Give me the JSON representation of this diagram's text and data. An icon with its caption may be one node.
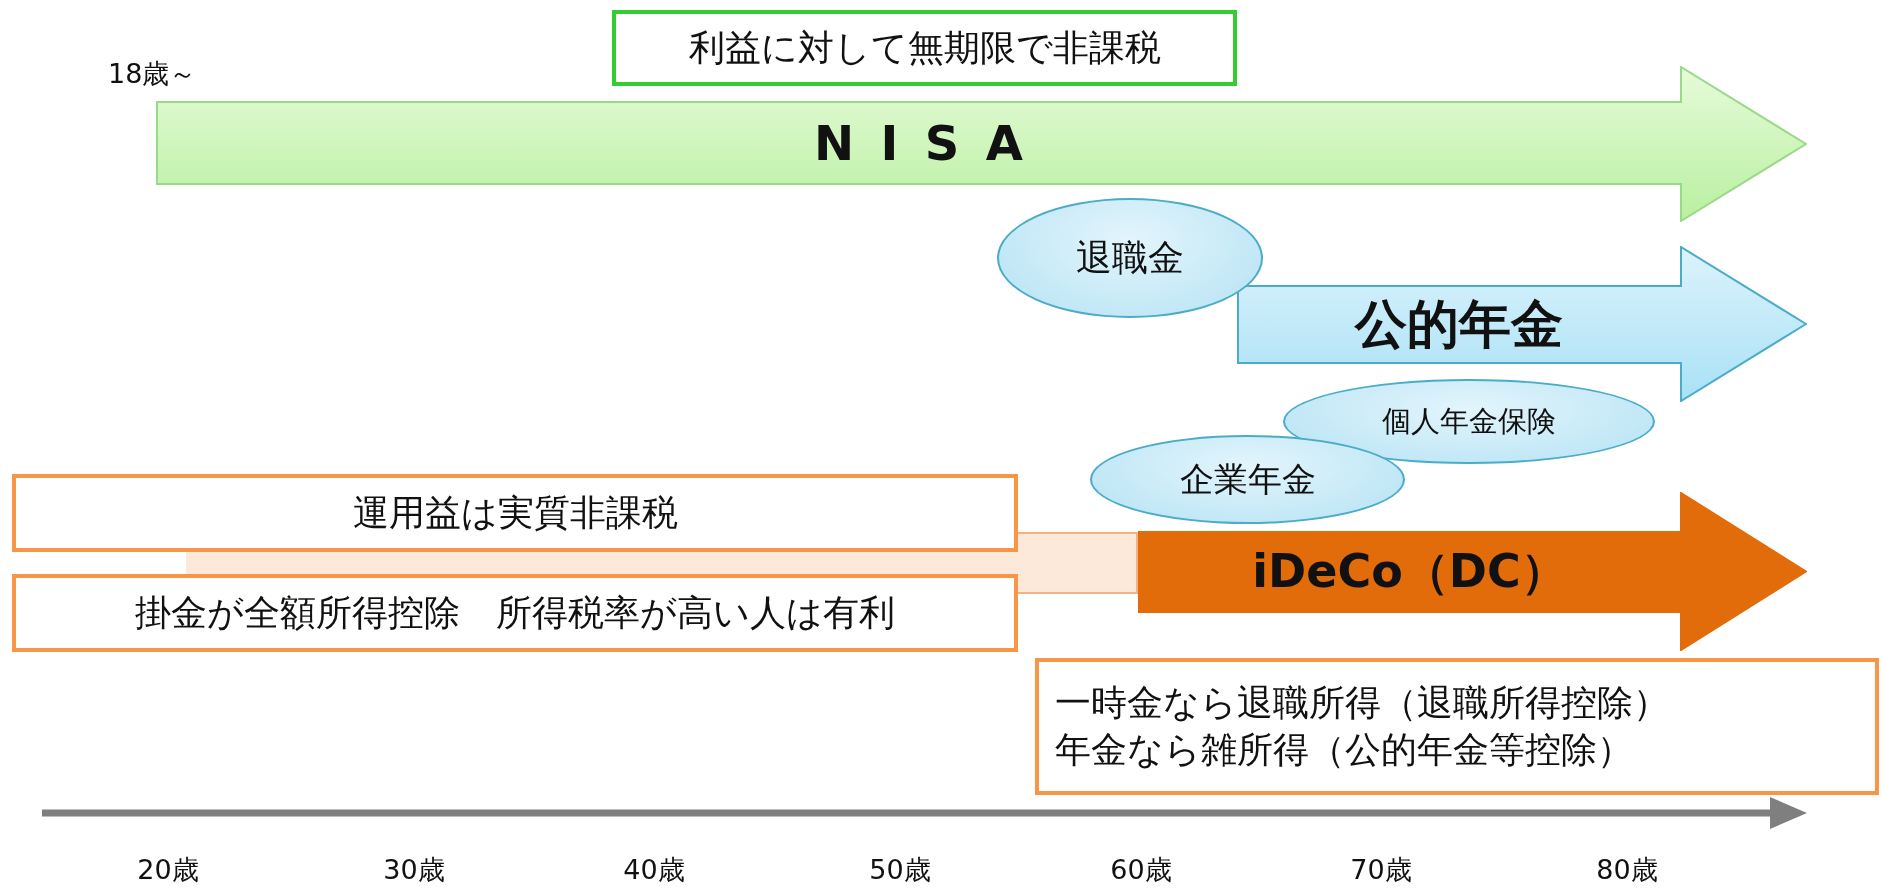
{
  "diagram": {
    "nodes": [
      {
        "text": [
          "利益に対して無期限で非課税"
        ]
      },
      {
        "text": [
          "NISA"
        ]
      },
      {
        "text": [
          "退職金"
        ]
      },
      {
        "text": [
          "公的年金"
        ]
      },
      {
        "text": [
          "個人年金保険"
        ]
      },
      {
        "text": [
          "企業年金"
        ]
      },
      {
        "text": [
          "運用益は実質非課税"
        ]
      },
      {
        "text": [],
        "shape": "bar"
      },
      {
        "text": [
          "iDeCo（DC）"
        ]
      },
      {
        "text": [
          "掛金が全額所得控除　所得税率が高い人は有利"
        ]
      },
      {
        "text": [
          "一時金なら退職所得（退職所得控除）",
          "年金なら雑所得（公的年金等控除）"
        ]
      }
    ],
    "labels": [
      "18歳～",
      "20歳",
      "30歳",
      "40歳",
      "50歳",
      "60歳",
      "70歳",
      "80歳"
    ]
  }
}
